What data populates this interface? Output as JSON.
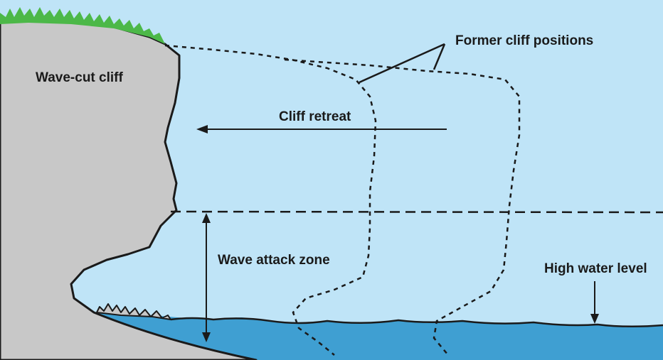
{
  "labels": {
    "wave_cut_cliff": "Wave-cut cliff",
    "former_cliff_positions": "Former cliff positions",
    "cliff_retreat": "Cliff retreat",
    "wave_attack_zone": "Wave attack zone",
    "high_water_level": "High water level"
  },
  "colors": {
    "sky": "#bfe4f7",
    "cliff": "#c8c8c8",
    "grass": "#4cb848",
    "sea": "#3f9fd2",
    "line": "#1a1a1a"
  }
}
